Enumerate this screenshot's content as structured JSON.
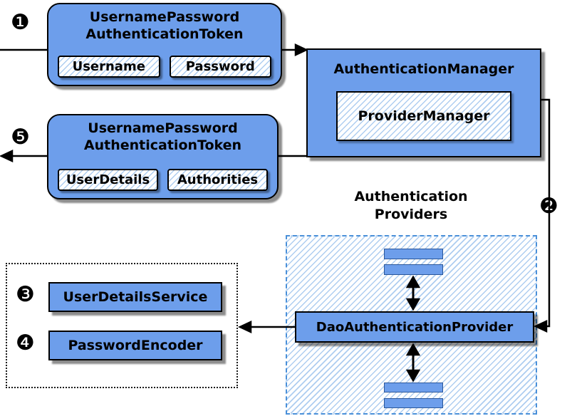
{
  "steps": {
    "one": "❶",
    "two": "❷",
    "three": "❸",
    "four": "❹",
    "five": "❺"
  },
  "request_token": {
    "title": [
      "UsernamePassword",
      "AuthenticationToken"
    ],
    "fields": [
      "Username",
      "Password"
    ]
  },
  "response_token": {
    "title": [
      "UsernamePassword",
      "AuthenticationToken"
    ],
    "fields": [
      "UserDetails",
      "Authorities"
    ]
  },
  "authentication_manager": {
    "title": "AuthenticationManager",
    "provider_manager": "ProviderManager"
  },
  "authentication_providers": {
    "label": [
      "Authentication",
      "Providers"
    ],
    "dao_provider": "DaoAuthenticationProvider"
  },
  "services": {
    "user_details_service": "UserDetailsService",
    "password_encoder": "PasswordEncoder"
  },
  "colors": {
    "box_fill": "#6D9EEB",
    "hatch_line": "#AECDF0",
    "dashed_border": "#4A90D9",
    "arrow": "#000000"
  }
}
